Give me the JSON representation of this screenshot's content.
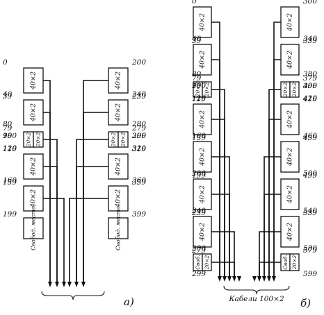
{
  "diagrams": [
    {
      "id": "a",
      "caption": "а)",
      "cable_label": "",
      "left": [
        {
          "label": "40×2",
          "ranges": [
            [
              "0",
              "39"
            ]
          ]
        },
        {
          "label": "40×2",
          "ranges": [
            [
              "40",
              "79"
            ]
          ]
        },
        {
          "label": "20×2",
          "split": true,
          "ranges": [
            [
              "80",
              "99"
            ],
            [
              "100",
              "119"
            ]
          ]
        },
        {
          "label": "40×2",
          "ranges": [
            [
              "120",
              "159"
            ]
          ]
        },
        {
          "label": "40×2",
          "ranges": [
            [
              "160",
              "199"
            ]
          ]
        },
        {
          "label": "Свобод. место",
          "free": true,
          "ranges": []
        }
      ],
      "right": [
        {
          "label": "40×2",
          "ranges": [
            [
              "200",
              "239"
            ]
          ]
        },
        {
          "label": "40×2",
          "ranges": [
            [
              "240",
              "279"
            ]
          ]
        },
        {
          "label": "20×2",
          "split": true,
          "ranges": [
            [
              "280",
              "299"
            ],
            [
              "300",
              "319"
            ]
          ]
        },
        {
          "label": "40×2",
          "ranges": [
            [
              "320",
              "359"
            ]
          ]
        },
        {
          "label": "40×2",
          "ranges": [
            [
              "360",
              "399"
            ]
          ]
        },
        {
          "label": "Свобод. место",
          "free": true,
          "ranges": []
        }
      ]
    },
    {
      "id": "b",
      "caption": "б)",
      "cable_label": "Кабели 100×2",
      "left": [
        {
          "label": "40×2",
          "ranges": [
            [
              "0",
              "39"
            ]
          ]
        },
        {
          "label": "40×2",
          "ranges": [
            [
              "40",
              "79"
            ]
          ]
        },
        {
          "label": "20×2",
          "split": true,
          "ranges": [
            [
              "80",
              "99"
            ],
            [
              "100",
              "119"
            ]
          ]
        },
        {
          "label": "40×2",
          "ranges": [
            [
              "120",
              "159"
            ]
          ]
        },
        {
          "label": "40×2",
          "ranges": [
            [
              "160",
              "199"
            ]
          ]
        },
        {
          "label": "40×2",
          "ranges": [
            [
              "200",
              "239"
            ]
          ]
        },
        {
          "label": "40×2",
          "ranges": [
            [
              "240",
              "279"
            ]
          ]
        },
        {
          "label": "20×2",
          "split": true,
          "half_free": true,
          "ranges": [
            [
              "280",
              "299"
            ]
          ]
        }
      ],
      "right": [
        {
          "label": "40×2",
          "ranges": [
            [
              "300",
              "339"
            ]
          ]
        },
        {
          "label": "40×2",
          "ranges": [
            [
              "340",
              "379"
            ]
          ]
        },
        {
          "label": "20×2",
          "split": true,
          "ranges": [
            [
              "380",
              "399"
            ],
            [
              "400",
              "419"
            ]
          ]
        },
        {
          "label": "40×2",
          "ranges": [
            [
              "420",
              "459"
            ]
          ]
        },
        {
          "label": "40×2",
          "ranges": [
            [
              "460",
              "499"
            ]
          ]
        },
        {
          "label": "40×2",
          "ranges": [
            [
              "500",
              "539"
            ]
          ]
        },
        {
          "label": "40×2",
          "ranges": [
            [
              "540",
              "579"
            ]
          ]
        },
        {
          "label": "20×2",
          "split": true,
          "half_free": true,
          "ranges": [
            [
              "580",
              "599"
            ]
          ]
        }
      ]
    }
  ],
  "free_label_short": "Своб."
}
